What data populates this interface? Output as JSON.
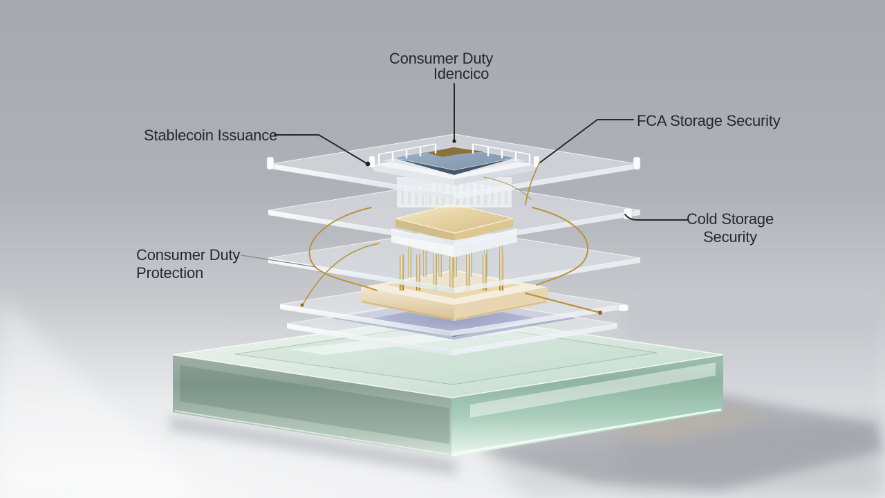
{
  "labels": {
    "consumer_duty_idencico": {
      "line1": "Consumer Duty",
      "line2": "Idencico"
    },
    "stablecoin_issuance": {
      "line1": "Stablecoin Issuance"
    },
    "fca_storage_security": {
      "line1": "FCA Storage Security"
    },
    "cold_storage_security": {
      "line1": "Cold Storage",
      "line2": "Security"
    },
    "consumer_duty_protection": {
      "line1": "Consumer Duty",
      "line2": "Protection"
    }
  },
  "colors": {
    "label_text": "#26282c",
    "leader_line": "#24262a",
    "gold": "#b9923c",
    "background_top": "#a6a9af",
    "background_bottom": "#ebecee",
    "green_glass": "#a9c8ba",
    "chip_blue": "#8da0b6",
    "purple_layer": "#4d5590"
  }
}
